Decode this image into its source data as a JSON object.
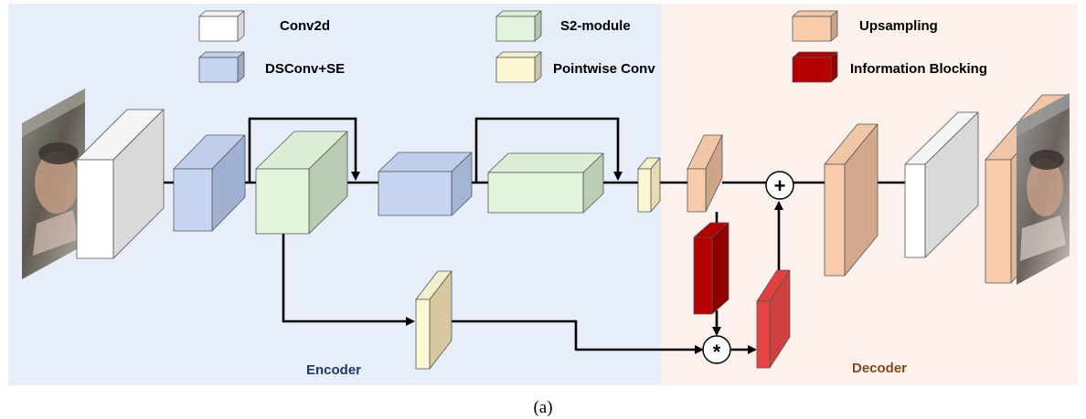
{
  "legend": {
    "conv2d": "Conv2d",
    "dsconv_se": "DSConv+SE",
    "s2_module": "S2-module",
    "pointwise_conv": "Pointwise Conv",
    "upsampling": "Upsampling",
    "information_blocking": "Information Blocking"
  },
  "sections": {
    "encoder": "Encoder",
    "decoder": "Decoder"
  },
  "operators": {
    "add": "+",
    "multiply": "*"
  },
  "caption": "(a)",
  "colors": {
    "encoder_bg": "#e7edf9",
    "decoder_bg": "#fcf1ec",
    "conv2d": "#ffffff",
    "dsconv_se": "#c5d5f2",
    "s2_module": "#e3f4dd",
    "pointwise_conv": "#fbf7d3",
    "upsampling": "#f8ccab",
    "information_blocking": "#b70000",
    "attention": "#ea4343",
    "encoder_label": "#1f3864",
    "decoder_label": "#7f4a1e"
  }
}
